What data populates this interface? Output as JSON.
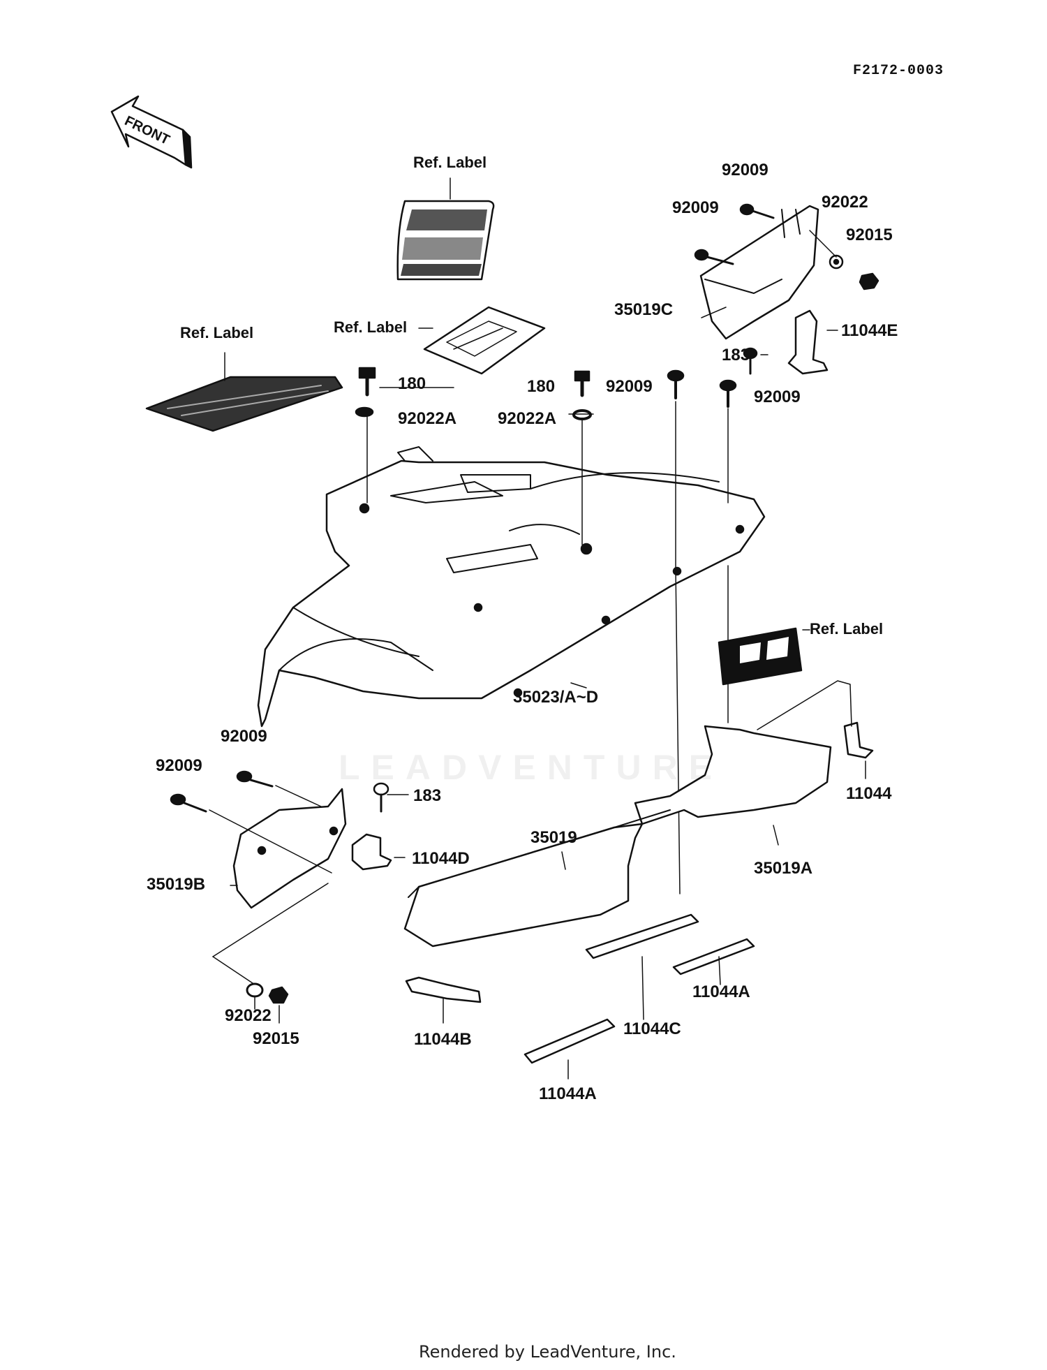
{
  "diagram_code": "F2172-0003",
  "front_arrow_label": "FRONT",
  "watermark_text": "LEADVENTURE",
  "footer_text": "Rendered by LeadVenture, Inc.",
  "callouts": {
    "ref_label_top": "Ref. Label",
    "ref_label_mid": "Ref. Label",
    "ref_label_left": "Ref. Label",
    "ref_label_right": "Ref. Label",
    "p92009_a": "92009",
    "p92009_b": "92009",
    "p92022": "92022",
    "p92015": "92015",
    "p35019C": "35019C",
    "p11044E": "11044E",
    "p183_top": "183",
    "p180_left": "180",
    "p92022A_left": "92022A",
    "p180_right": "180",
    "p92022A_right": "92022A",
    "p92009_c": "92009",
    "p92009_d": "92009",
    "p35023": "35023/A~D",
    "p92009_e": "92009",
    "p92009_f": "92009",
    "p183_bottom": "183",
    "p11044D": "11044D",
    "p35019B": "35019B",
    "p35019": "35019",
    "p35019A": "35019A",
    "p11044": "11044",
    "p92022_bottom": "92022",
    "p92015_bottom": "92015",
    "p11044B": "11044B",
    "p11044C": "11044C",
    "p11044A_right": "11044A",
    "p11044A_bottom": "11044A"
  },
  "colors": {
    "ink": "#111111",
    "paper": "#ffffff"
  }
}
